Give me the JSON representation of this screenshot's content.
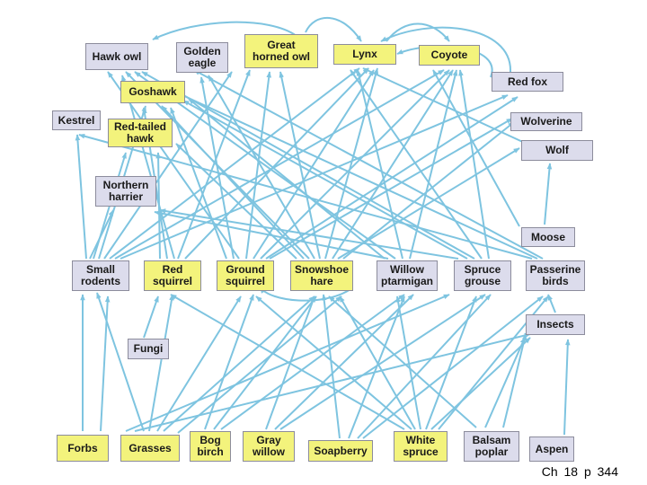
{
  "colors": {
    "arrow": "#7ec4e0",
    "producer": "#f3f37c",
    "herbivore": "#f3f37c",
    "predator": "#dcdcec",
    "border": "#8c8c9c"
  },
  "nodes": {
    "hawk_owl": "Hawk owl",
    "golden_eagle": "Golden\neagle",
    "great_horned_owl": "Great\nhorned owl",
    "lynx": "Lynx",
    "coyote": "Coyote",
    "red_fox": "Red fox",
    "goshawk": "Goshawk",
    "kestrel": "Kestrel",
    "red_tailed_hawk": "Red-tailed\nhawk",
    "wolverine": "Wolverine",
    "wolf": "Wolf",
    "northern_harrier": "Northern\nharrier",
    "moose": "Moose",
    "small_rodents": "Small\nrodents",
    "red_squirrel": "Red\nsquirrel",
    "ground_squirrel": "Ground\nsquirrel",
    "snowshoe_hare": "Snowshoe\nhare",
    "willow_ptarmigan": "Willow\nptarmigan",
    "spruce_grouse": "Spruce\ngrouse",
    "passerine_birds": "Passerine\nbirds",
    "insects": "Insects",
    "fungi": "Fungi",
    "forbs": "Forbs",
    "grasses": "Grasses",
    "bog_birch": "Bog\nbirch",
    "gray_willow": "Gray\nwillow",
    "soapberry": "Soapberry",
    "white_spruce": "White\nspruce",
    "balsam_poplar": "Balsam\npoplar",
    "aspen": "Aspen"
  },
  "caption": "Ch 18 p 344"
}
